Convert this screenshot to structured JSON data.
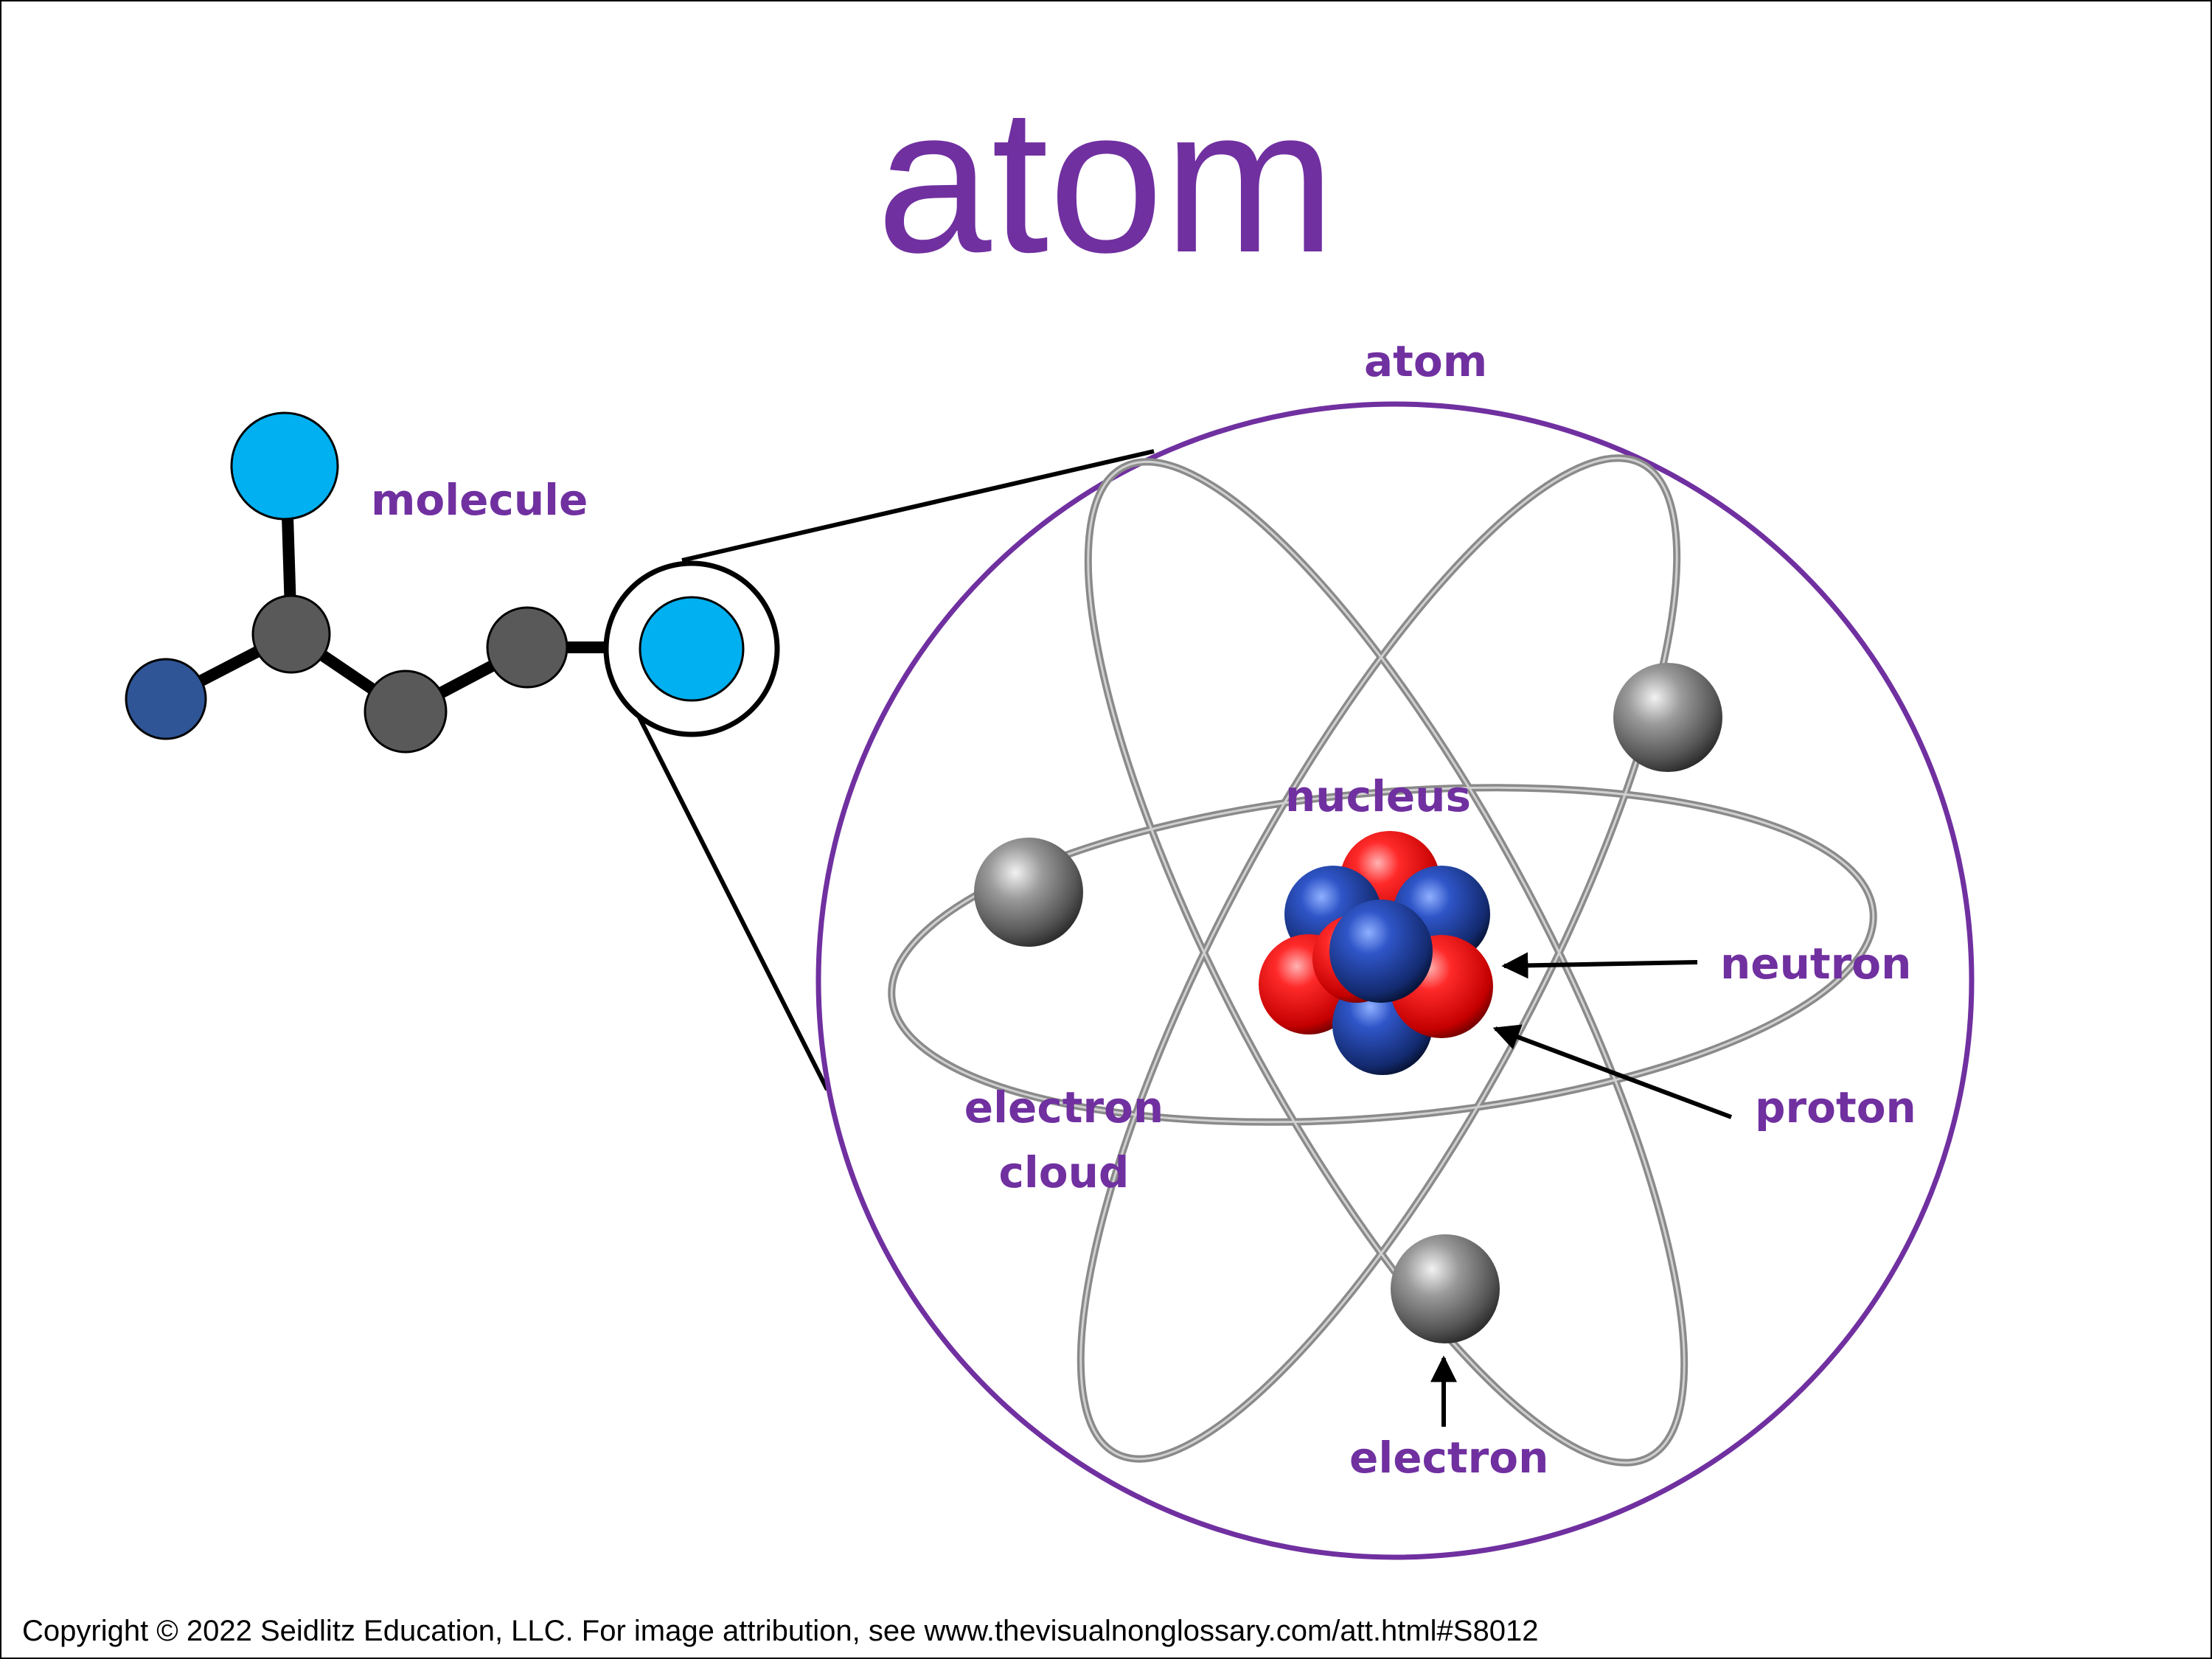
{
  "title": "atom",
  "labels": {
    "molecule": "molecule",
    "atom": "atom",
    "nucleus": "nucleus",
    "neutron": "neutron",
    "proton": "proton",
    "electron_cloud_line1": "electron",
    "electron_cloud_line2": "cloud",
    "electron": "electron"
  },
  "copyright": "Copyright © 2022 Seidlitz Education, LLC.  For image attribution, see www.thevisualnonglossary.com/att.html#S8012",
  "colors": {
    "accent": "#7030a0",
    "light_blue_atom": "#00b0f0",
    "dark_blue_atom": "#2f5597",
    "gray_atom": "#595959",
    "proton": "#ff1a1a",
    "neutron": "#1f3f9a",
    "electron": "#7a7a7a"
  }
}
